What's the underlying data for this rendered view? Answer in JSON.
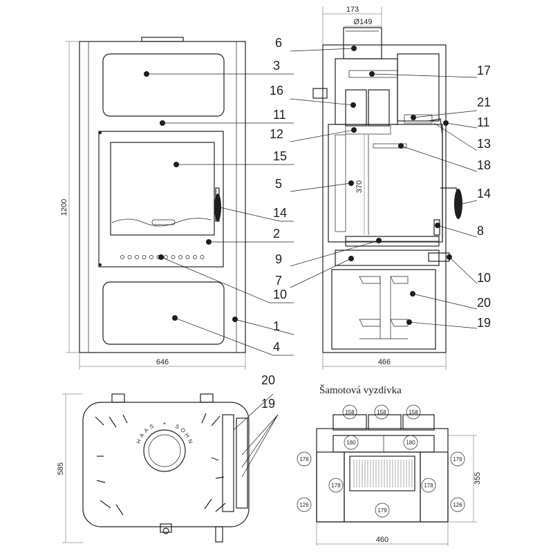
{
  "front_view": {
    "dim_width": "646",
    "dim_height": "1200",
    "labels": [
      "3",
      "11",
      "15",
      "14",
      "2",
      "10",
      "1",
      "4"
    ]
  },
  "side_view": {
    "dim_top": "173",
    "dim_diameter": "Ø149",
    "dim_inner_height": "370",
    "dim_width": "466",
    "labels": [
      "6",
      "17",
      "16",
      "21",
      "11",
      "12",
      "13",
      "18",
      "5",
      "14",
      "8",
      "9",
      "10",
      "7",
      "20",
      "19"
    ]
  },
  "top_view": {
    "dim_depth": "585",
    "brand": "HAAS + SOHN",
    "labels": [
      "20",
      "19"
    ]
  },
  "lining_view": {
    "title": "Šamotová vyzdívka",
    "dim_width": "460",
    "dim_height": "355",
    "bricks": [
      "158",
      "158",
      "158",
      "180",
      "180",
      "176",
      "176",
      "178",
      "178",
      "179",
      "126",
      "126"
    ]
  }
}
